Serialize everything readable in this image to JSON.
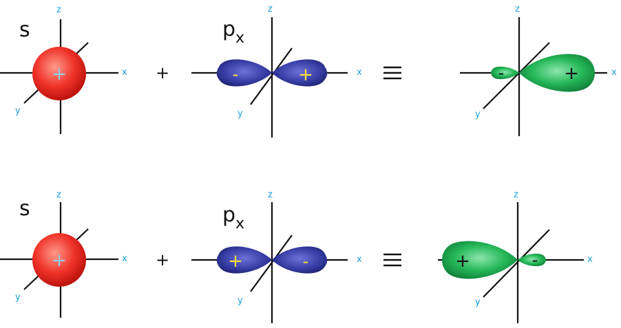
{
  "rows": [
    {
      "s": {
        "label": "s",
        "sign": "+",
        "x_label": "x",
        "y_label": "y",
        "z_label": "z"
      },
      "plus": "+",
      "p": {
        "label": "p",
        "subscript": "x",
        "left_sign": "-",
        "right_sign": "+",
        "x_label": "x",
        "y_label": "y",
        "z_label": "z"
      },
      "equiv": "≡",
      "hybrid": {
        "small_sign": "-",
        "big_sign": "+",
        "x_label": "x",
        "y_label": "y",
        "z_label": "z",
        "big_lobe_side": "right"
      }
    },
    {
      "s": {
        "label": "s",
        "sign": "+",
        "x_label": "x",
        "y_label": "y",
        "z_label": "z"
      },
      "plus": "+",
      "p": {
        "label": "p",
        "subscript": "x",
        "left_sign": "+",
        "right_sign": "-",
        "x_label": "x",
        "y_label": "y",
        "z_label": "z"
      },
      "equiv": "≡",
      "hybrid": {
        "small_sign": "-",
        "big_sign": "+",
        "x_label": "x",
        "y_label": "y",
        "z_label": "z",
        "big_lobe_side": "left"
      }
    }
  ],
  "colors": {
    "s_orbital": "#e8281c",
    "p_orbital": "#2a2f8f",
    "hybrid_orbital": "#17a04a",
    "axis_label": "#1aa0e0",
    "p_sign": "#ffe23a",
    "s_sign": "#8fd0f0"
  }
}
